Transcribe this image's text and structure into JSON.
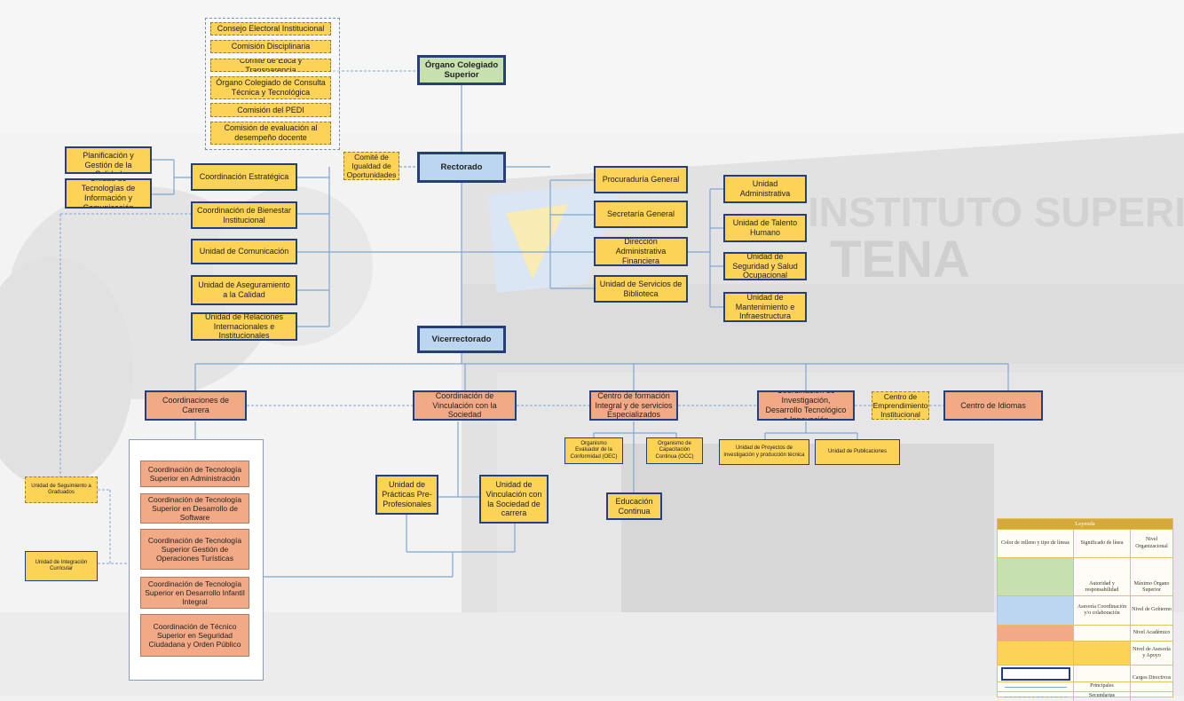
{
  "background": {
    "sign_line1": "INSTITUTO SUPERIOR TECNOLÓG",
    "sign_line2": "TENA"
  },
  "colors": {
    "green": "#c6e0b0",
    "blue": "#bcd6f0",
    "orange": "#f2aa86",
    "yellow": "#fcd257",
    "border": "#253f7d",
    "line": "#7fa6cf"
  },
  "councils": [
    "Consejo Electoral Institucional",
    "Comisión Disciplinaria",
    "Comité de Ética y Transparencia",
    "Órgano Colegiado de Consulta Técnica y Tecnológica",
    "Comisión del PEDI",
    "Comisión de evaluación al desempeño docente"
  ],
  "main": {
    "organo": "Órgano Colegiado Superior",
    "rectorado": "Rectorado",
    "vicerrectorado": "Vicerrectorado",
    "comite_igualdad": "Comité de Igualdad de Oportunidades"
  },
  "left_units": {
    "planificacion": "Unidad de Planificación y Gestión de la Calidad",
    "tecnologias": "Unidad de Tecnologías de Información y Comunicación",
    "coord_estrategica": "Coordinación Estratégica",
    "bienestar": "Coordinación de Bienestar Institucional",
    "comunicacion": "Unidad de Comunicación",
    "aseguramiento": "Unidad de Aseguramiento a la Calidad",
    "relaciones": "Unidad de Relaciones Internacionales e Institucionales"
  },
  "admin_units": {
    "procuraduria": "Procuraduría General",
    "secretaria": "Secretaría General",
    "direccion": "Dirección Administrativa Financiera",
    "biblioteca": "Unidad de Servicios de Biblioteca",
    "administrativa": "Unidad Administrativa",
    "talento": "Unidad de Talento Humano",
    "seguridad": "Unidad de Seguridad y Salud Ocupacional",
    "mantenimiento": "Unidad de Mantenimiento e Infraestructura"
  },
  "academic": {
    "carrera": "Coordinaciones de Carrera",
    "vinculacion": "Coordinación de Vinculación con la Sociedad",
    "centro_formacion": "Centro de formación Integral y de servicios Especializados",
    "investigacion": "Coordinación de Investigación, Desarrollo Tecnológico e Innovación",
    "emprendimiento": "Centro de Emprendimiento Institucional",
    "idiomas": "Centro de Idiomas"
  },
  "careers": [
    "Coordinación de Tecnología Superior en Administración",
    "Coordinación de Tecnología Superior en Desarrollo de Software",
    "Coordinación de Tecnología Superior Gestión de Operaciones Turísticas",
    "Coordinación de Tecnología Superior en Desarrollo Infantil Integral",
    "Coordinación de Técnico Superior en Seguridad Ciudadana y Orden Público"
  ],
  "sub_units": {
    "seguimiento": "Unidad de Seguimiento a Graduados",
    "integracion": "Unidad de Integración Curricular",
    "practicas": "Unidad de Prácticas Pre-Profesionales",
    "vinc_carrera": "Unidad de Vinculación con la Sociedad de carrera",
    "oec": "Organismo Evaluador de la Conformidad (OEC)",
    "occ": "Organismo de Capacitación Continua (OCC)",
    "educacion": "Educación Continua",
    "proyectos": "Unidad de Proyectos de investigación y producción técnica",
    "publicaciones": "Unidad de Publicaciones"
  },
  "legend": {
    "title": "Leyenda",
    "col1": "Color de relleno y tipo de líneas",
    "col2": "Significado de línea",
    "col3": "Nivel Organizacional",
    "rows": [
      {
        "meaning": "Autoridad y responsabilidad",
        "level": "Máximo Órgano Superior"
      },
      {
        "meaning": "Asesoría Coordinación y/o colaboración",
        "level": "Nivel de Gobierno"
      },
      {
        "meaning": "",
        "level": "Nivel Académico"
      },
      {
        "meaning": "",
        "level": "Nivel de Asesoría y Apoyo"
      },
      {
        "meaning": "",
        "level": "Cargos Directivos"
      }
    ],
    "lines_principal": "Principales",
    "lines_secondary": "Secundarias"
  }
}
